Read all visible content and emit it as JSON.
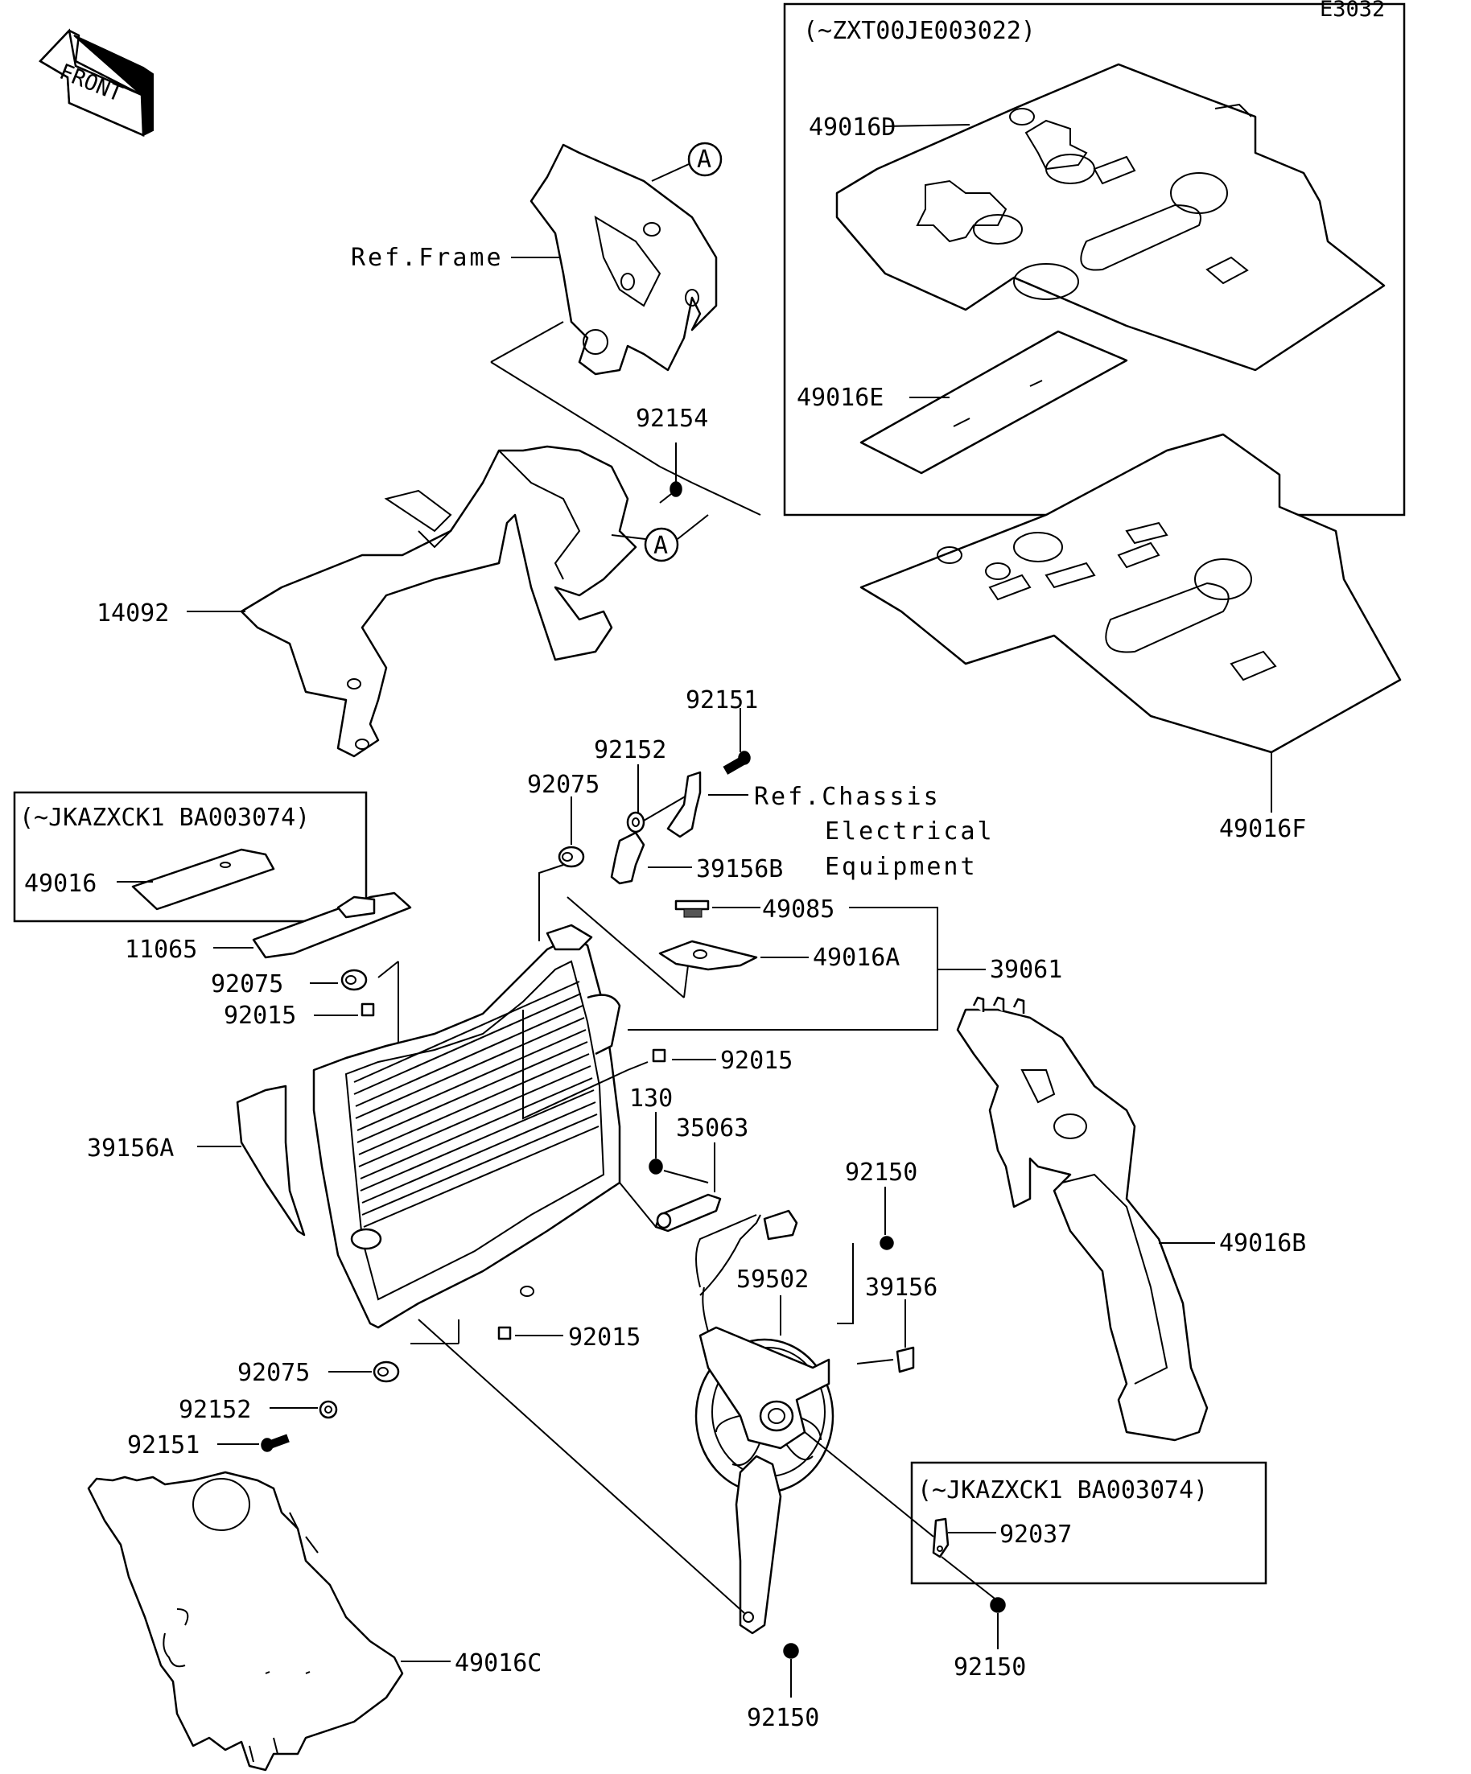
{
  "diagram_code": "E3032",
  "front_label": "FRONT",
  "callout_letter": "A",
  "references": {
    "frame": "Ref.Frame",
    "chassis_line1": "Ref.Chassis",
    "chassis_line2": "Electrical",
    "chassis_line3": "Equipment"
  },
  "serial_ranges": {
    "top_right": "(~ZXT00JE003022)",
    "left_mid": "(~JKAZXCK1 BA003074)",
    "bottom_right": "(~JKAZXCK1 BA003074)"
  },
  "parts": {
    "p49016D": "49016D",
    "p49016E": "49016E",
    "p49016F": "49016F",
    "p92154": "92154",
    "p14092": "14092",
    "p92151_top": "92151",
    "p92152_top": "92152",
    "p92075_top": "92075",
    "p39156B": "39156B",
    "p49085": "49085",
    "p49016A": "49016A",
    "p39061": "39061",
    "p49016": "49016",
    "p11065": "11065",
    "p92075_mid": "92075",
    "p92015_left": "92015",
    "p92015_mid": "92015",
    "p130": "130",
    "p35063": "35063",
    "p39156A": "39156A",
    "p92150_top": "92150",
    "p49016B": "49016B",
    "p59502": "59502",
    "p39156": "39156",
    "p92015_low": "92015",
    "p92075_low": "92075",
    "p92152_low": "92152",
    "p92151_low": "92151",
    "p92037": "92037",
    "p92150_right": "92150",
    "p49016C": "49016C",
    "p92150_bottom": "92150"
  }
}
